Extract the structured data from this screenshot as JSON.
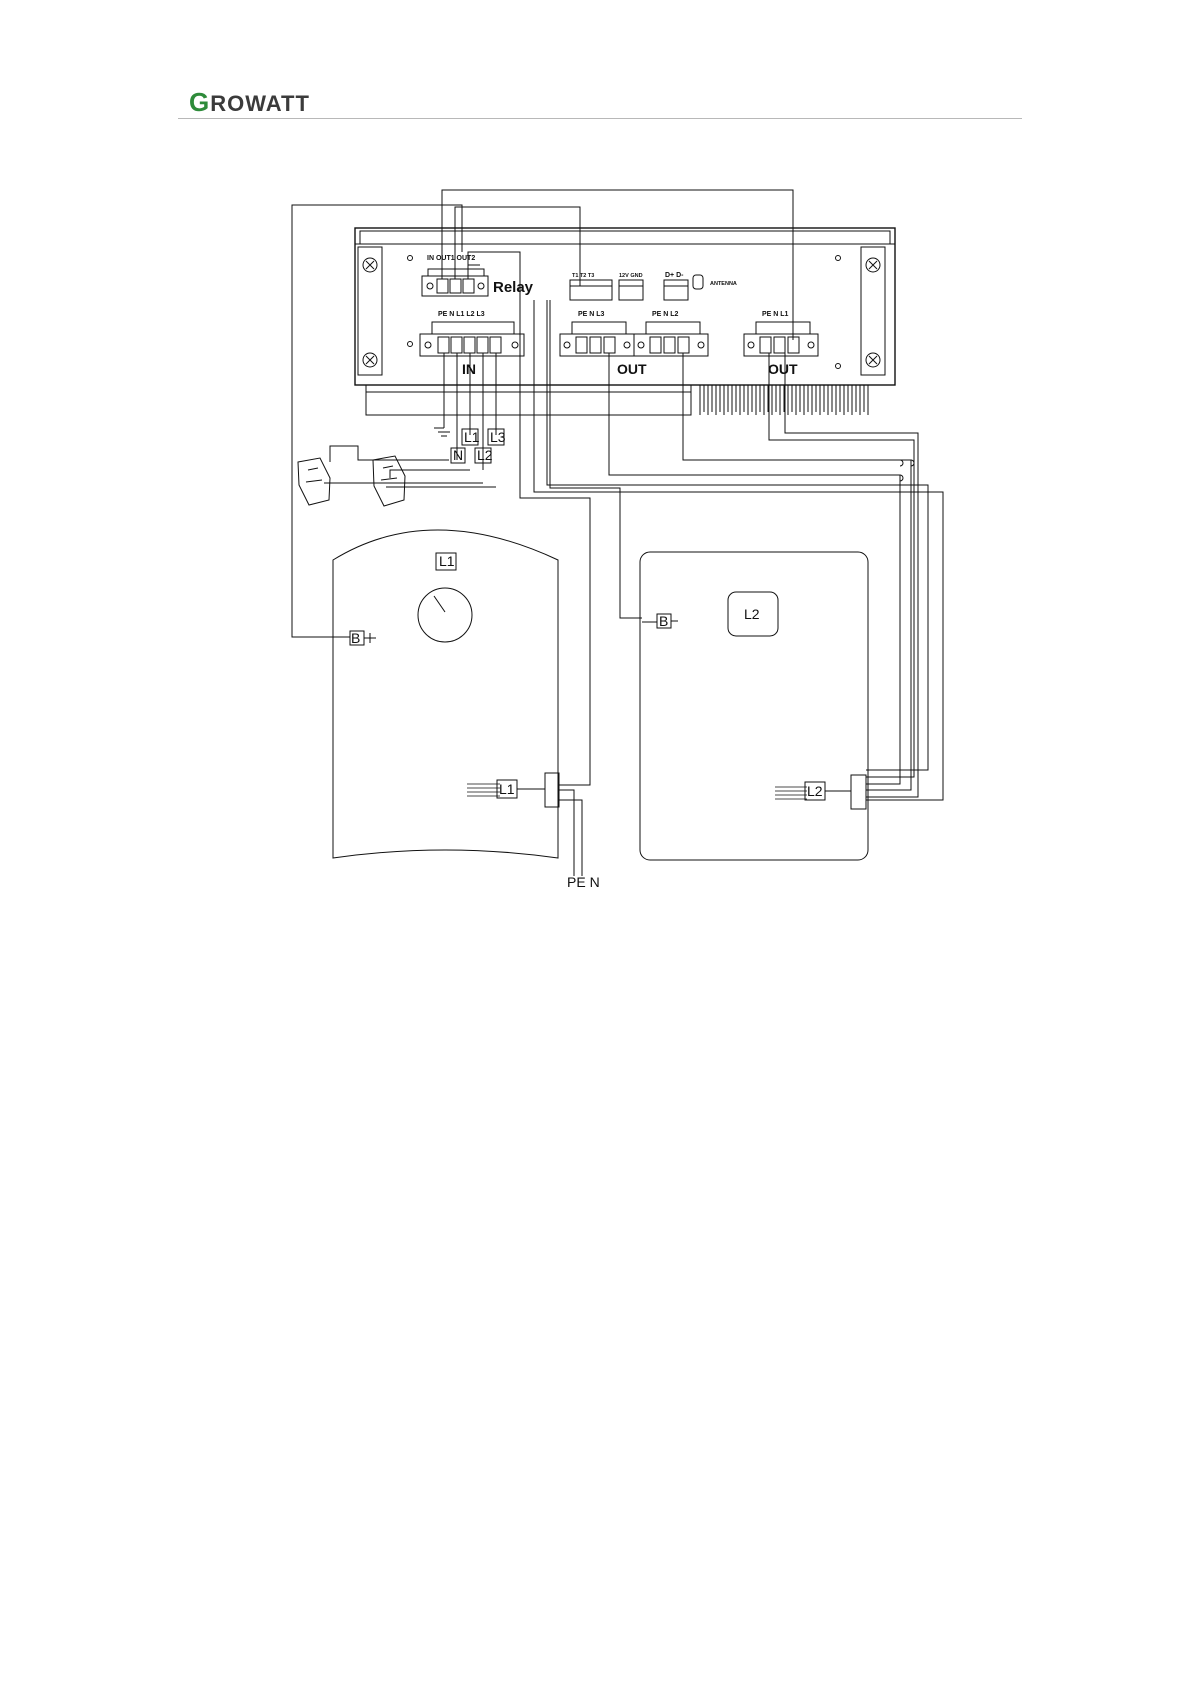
{
  "header": {
    "brand_first_letter": "G",
    "brand_rest": "ROWATT",
    "brand_color": "#2e8b3a",
    "text_color": "#3b3b3b"
  },
  "diagram": {
    "relay_terminals_label": "IN  OUT1  OUT2",
    "relay_label": "Relay",
    "temp_terminals_label": "T1  T2  T3",
    "power_terminals_label": "12V  GND",
    "rs485_terminals_label": "D+  D-",
    "antenna_label": "ANTENNA",
    "input_terminals_label": "PE  N  L1  L2  L3",
    "in_label": "IN",
    "output1_terminals_label": "PE  N  L3",
    "output2_terminals_label": "PE  N  L2",
    "output3_terminals_label": "PE  N  L1",
    "out_label_1": "OUT",
    "out_label_2": "OUT",
    "wire_l1": "L1",
    "wire_l3": "L3",
    "wire_n": "N",
    "wire_l2": "L2",
    "tank1_label": "L1",
    "tank1_sensor": "B",
    "tank1_heater": "L1",
    "tank1_pe_n": "PE N",
    "tank2_label": "L2",
    "tank2_sensor": "B",
    "tank2_heater": "L2"
  }
}
